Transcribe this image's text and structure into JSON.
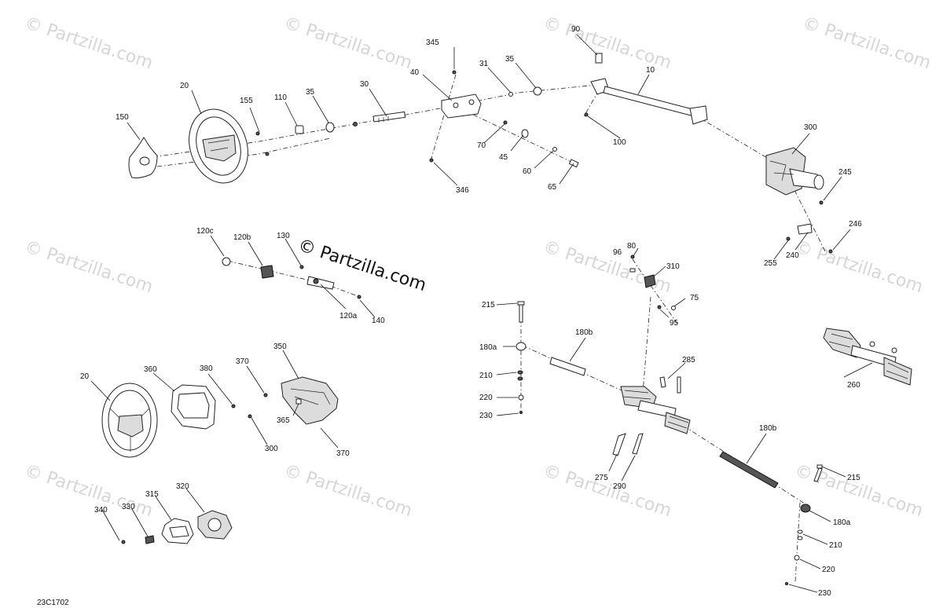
{
  "drawing_code": "23C1702",
  "watermark_text": "© Partzilla.com",
  "watermark_main": "© Partzilla.com",
  "callouts": {
    "c10": "10",
    "c20a": "20",
    "c20b": "20",
    "c30": "30",
    "c31": "31",
    "c35a": "35",
    "c35b": "35",
    "c40": "40",
    "c45": "45",
    "c60": "60",
    "c65": "65",
    "c70": "70",
    "c75": "75",
    "c80": "80",
    "c90": "90",
    "c95": "95",
    "c96": "96",
    "c100": "100",
    "c110": "110",
    "c120a": "120a",
    "c120b": "120b",
    "c120c": "120c",
    "c130": "130",
    "c140": "140",
    "c150": "150",
    "c155": "155",
    "c180a_1": "180a",
    "c180a_2": "180a",
    "c180b_1": "180b",
    "c180b_2": "180b",
    "c210_1": "210",
    "c210_2": "210",
    "c215_1": "215",
    "c215_2": "215",
    "c220_1": "220",
    "c220_2": "220",
    "c230_1": "230",
    "c230_2": "230",
    "c240": "240",
    "c245": "245",
    "c246": "246",
    "c255": "255",
    "c260": "260",
    "c275": "275",
    "c285": "285",
    "c290": "290",
    "c300a": "300",
    "c300b": "300",
    "c310": "310",
    "c315": "315",
    "c320": "320",
    "c330": "330",
    "c340": "340",
    "c345": "345",
    "c346": "346",
    "c350": "350",
    "c360": "360",
    "c365": "365",
    "c370a": "370",
    "c370b": "370",
    "c380": "380"
  }
}
